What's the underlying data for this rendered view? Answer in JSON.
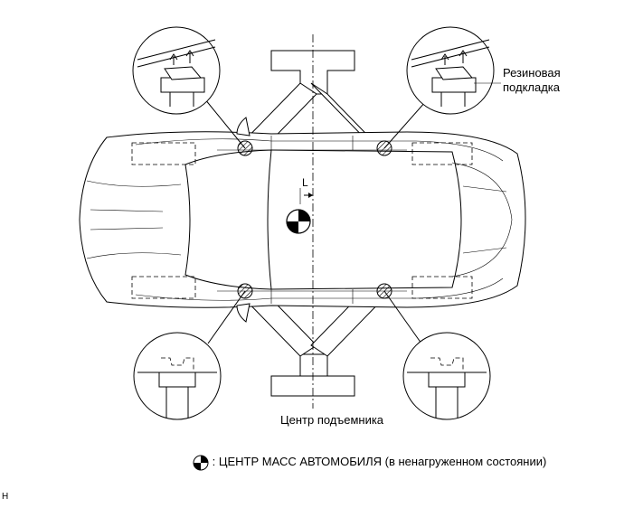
{
  "labels": {
    "rubber_pad": "Резиновая\nподкладка",
    "lift_center": "Центр подъемника",
    "dimension": "L"
  },
  "legend": {
    "text": ": ЦЕНТР МАСС АВТОМОБИЛЯ (в ненагруженном состоянии)",
    "symbol": "center-of-mass-symbol"
  },
  "footer": {
    "code": "H"
  }
}
